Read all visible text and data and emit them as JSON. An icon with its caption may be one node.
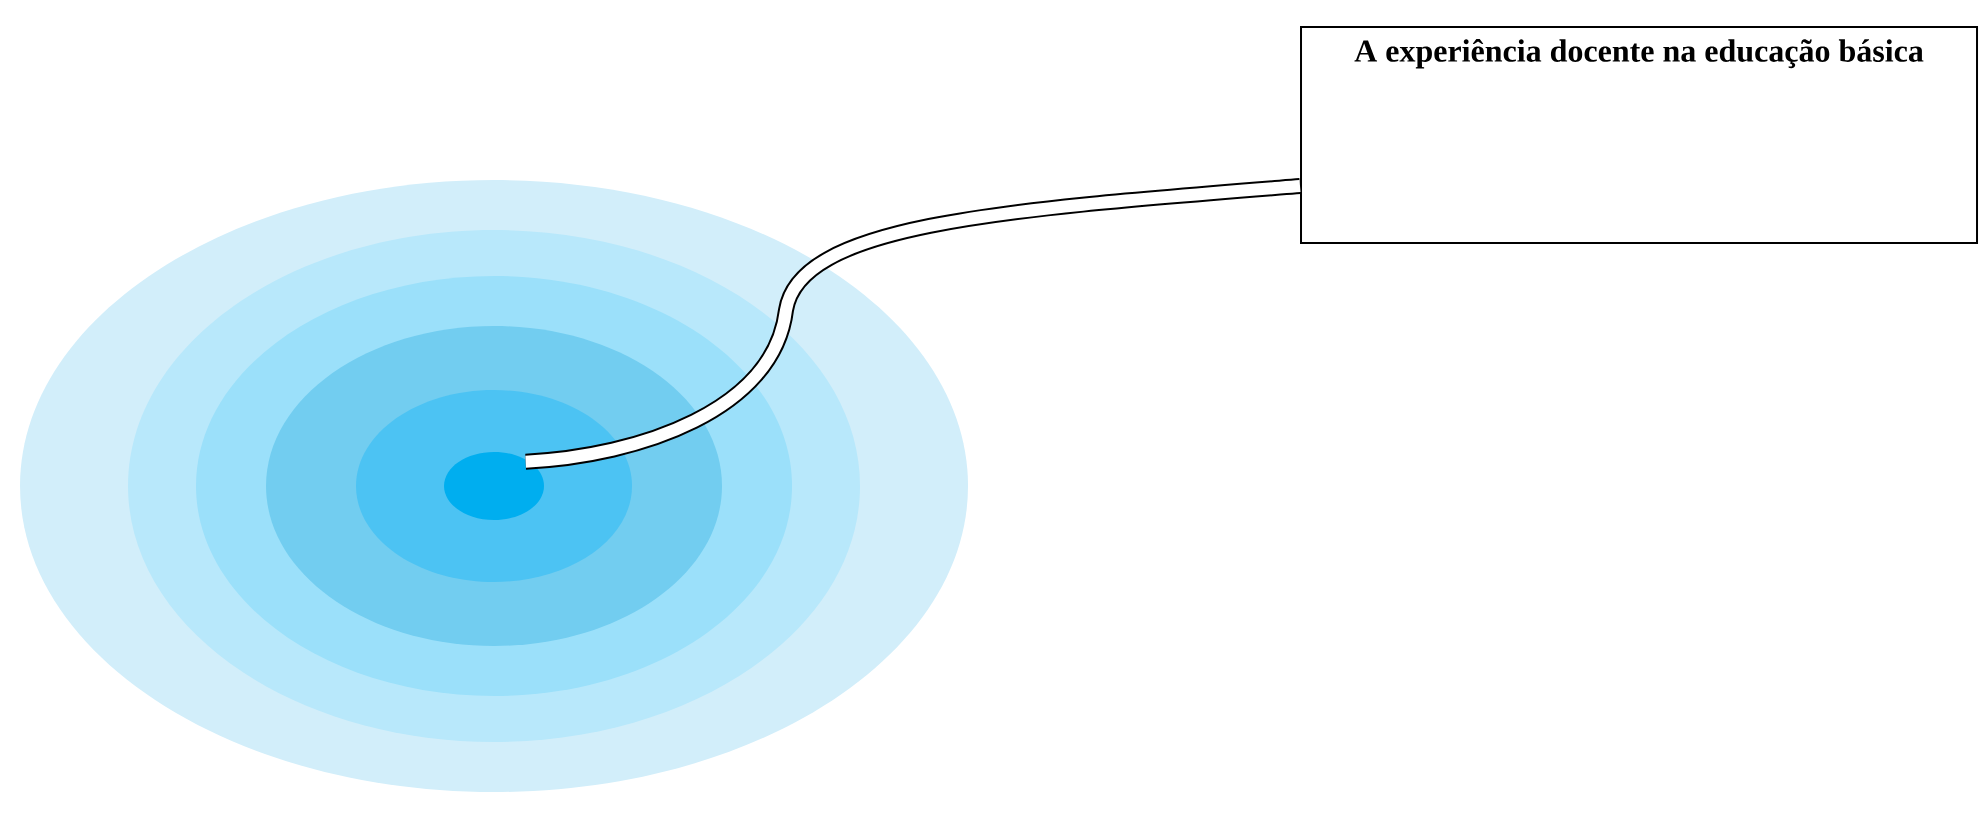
{
  "diagram": {
    "nodes": [
      {
        "text": [
          "A experiência docente na educação básica"
        ]
      },
      {
        "text": [],
        "shape": "circle"
      }
    ],
    "edges": [
      {
        "from": 0,
        "to": 1,
        "arrow": "none"
      }
    ]
  }
}
